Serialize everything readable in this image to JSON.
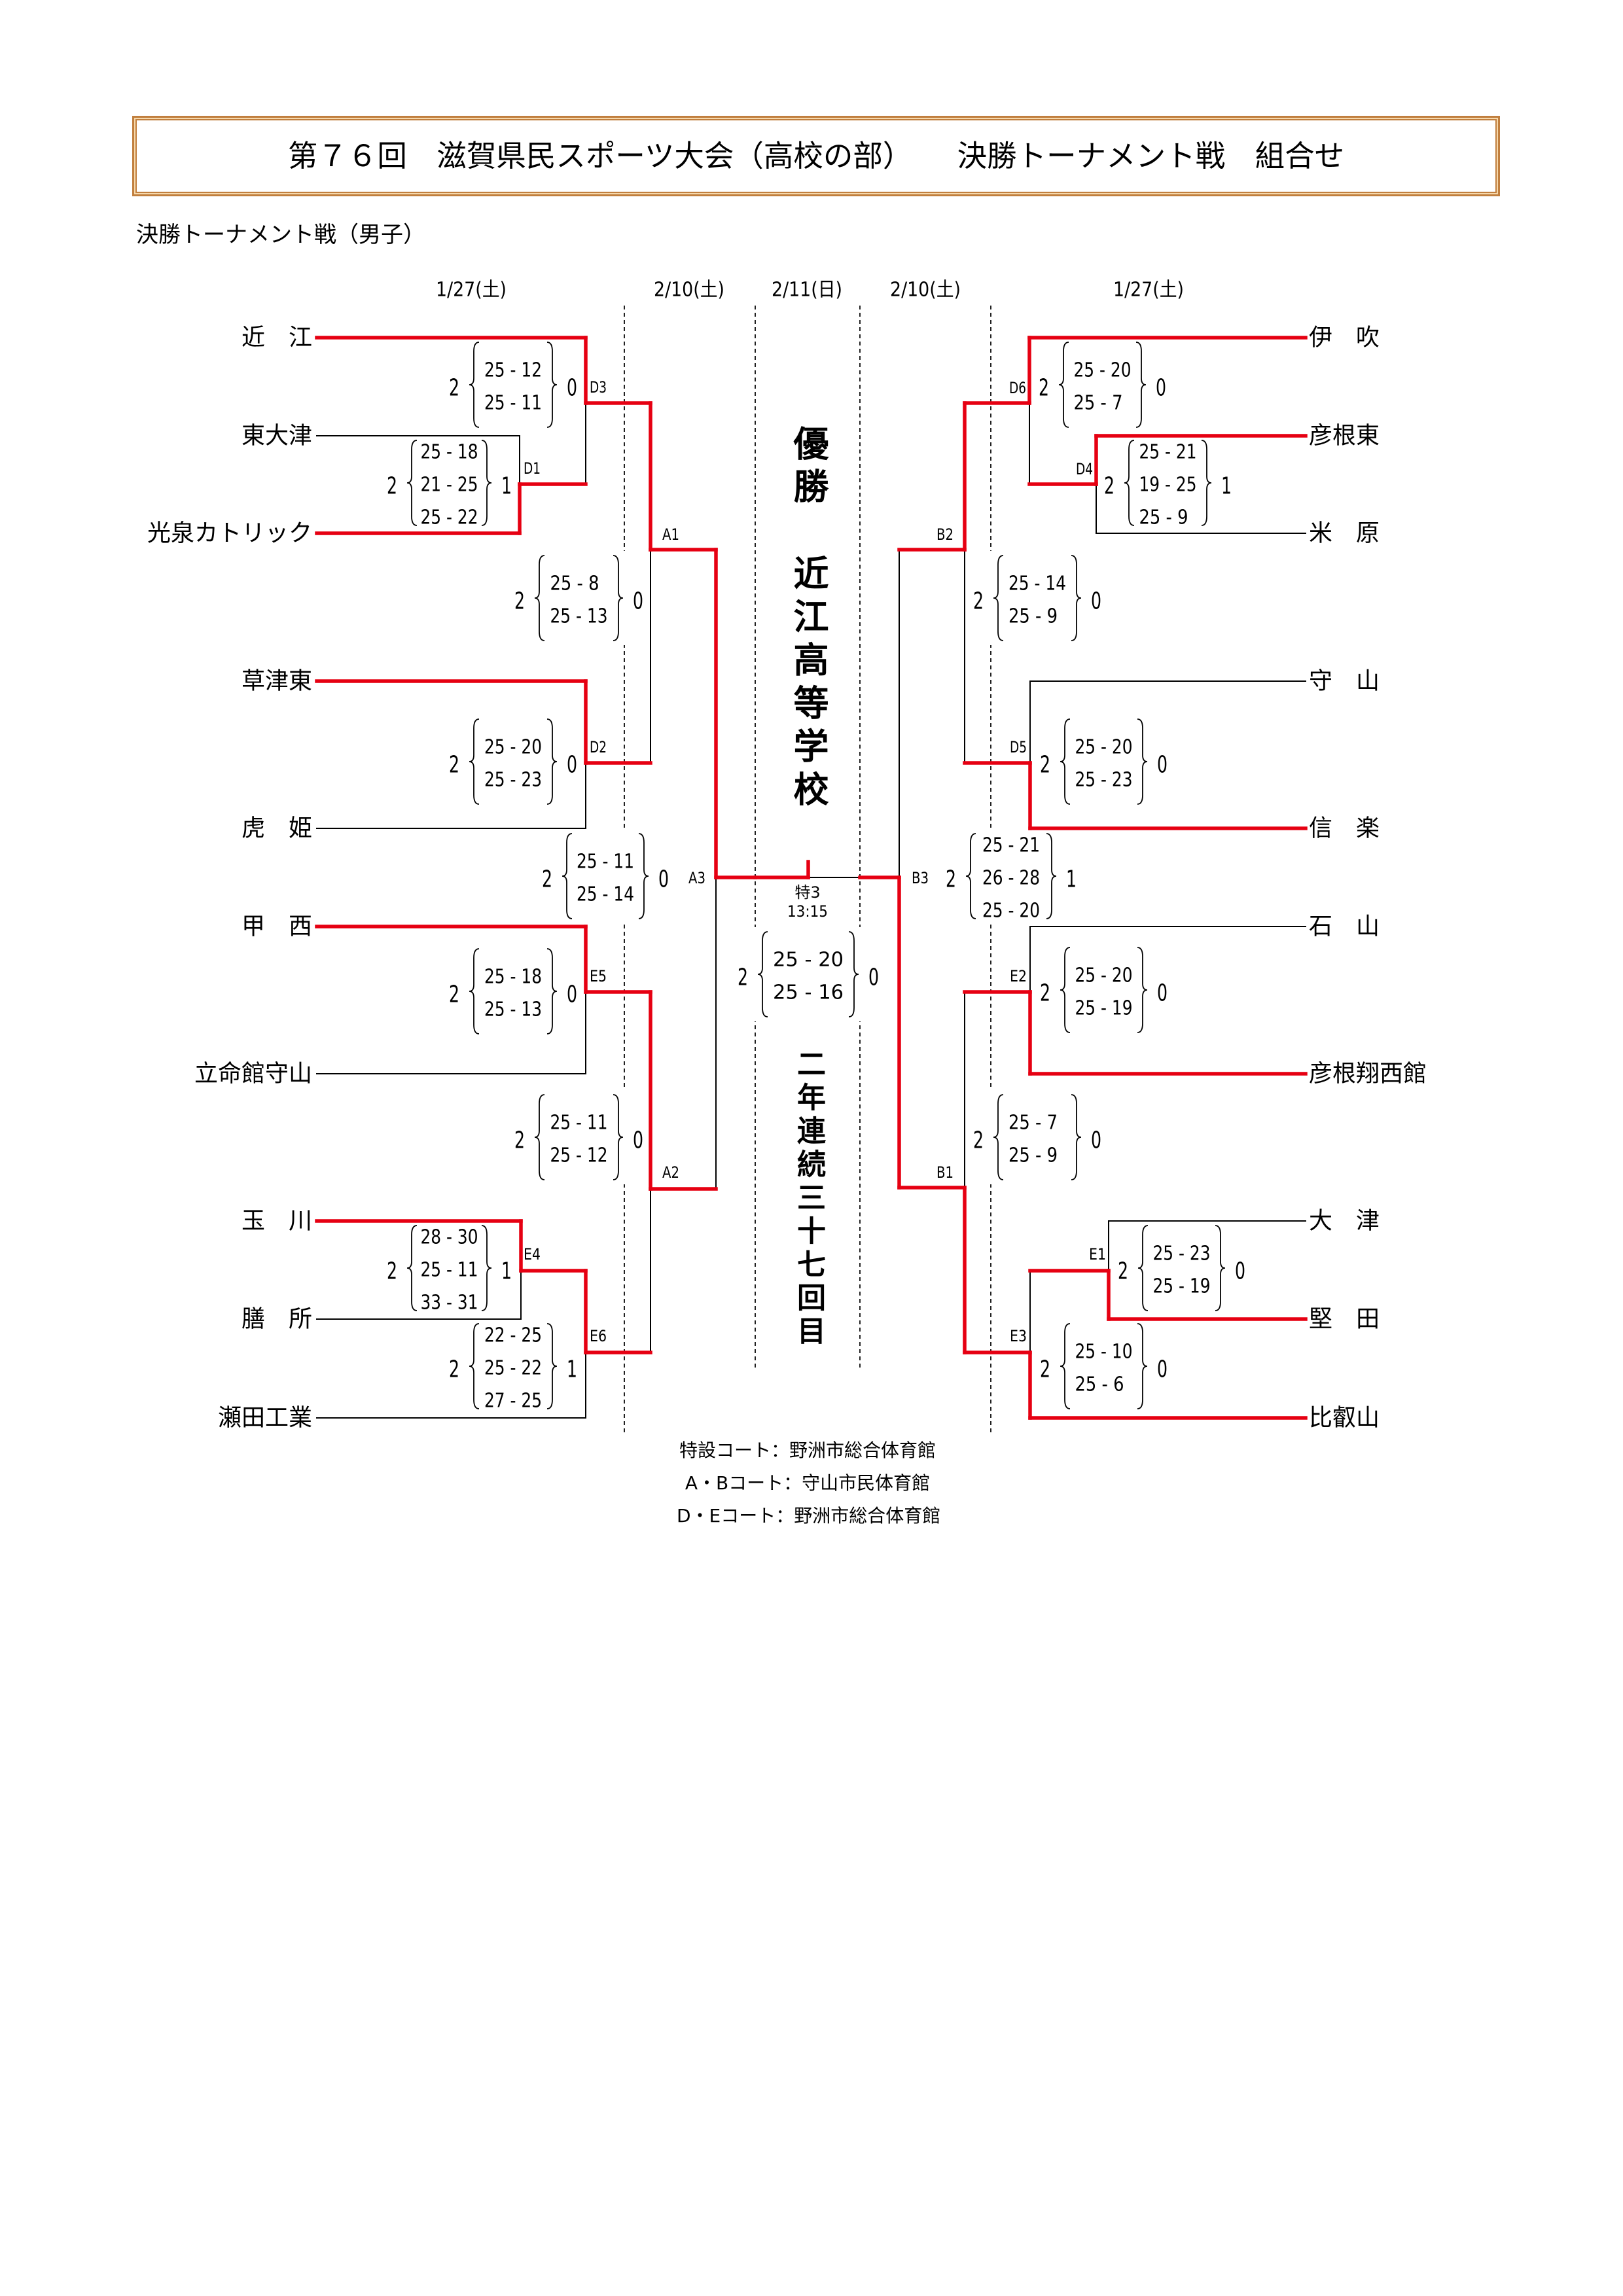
{
  "title": "第７６回　滋賀県民スポーツ大会（高校の部）　　決勝トーナメント戦　組合せ",
  "subtitle": "決勝トーナメント戦（男子）",
  "colors": {
    "winner_line": "#e60012",
    "loser_line": "#000000",
    "title_border": "#c17f3e",
    "title_border_fill": "#f6d8ab"
  },
  "dates": {
    "left_round1": "1/27(土)",
    "left_semi": "2/10(土)",
    "final": "2/11(日)",
    "right_semi": "2/10(土)",
    "right_round1": "1/27(土)"
  },
  "teams": {
    "left": [
      "近　江",
      "東大津",
      "光泉カトリック",
      "草津東",
      "虎　姫",
      "甲　西",
      "立命館守山",
      "玉　川",
      "膳　所",
      "瀬田工業"
    ],
    "right": [
      "伊　吹",
      "彦根東",
      "米　原",
      "守　山",
      "信　楽",
      "石　山",
      "彦根翔西館",
      "大　津",
      "堅　田",
      "比叡山"
    ]
  },
  "matches": {
    "D1": {
      "label": "D1",
      "winner": "bottom",
      "winner_sets": "2",
      "loser_sets": "1",
      "sets": [
        "25 - 18",
        "21 - 25",
        "25 - 22"
      ]
    },
    "D3": {
      "label": "D3",
      "winner": "top",
      "winner_sets": "2",
      "loser_sets": "0",
      "sets": [
        "25 - 12",
        "25 - 11"
      ]
    },
    "D2": {
      "label": "D2",
      "winner": "top",
      "winner_sets": "2",
      "loser_sets": "0",
      "sets": [
        "25 - 20",
        "25 - 23"
      ]
    },
    "A1": {
      "label": "A1",
      "winner": "top",
      "winner_sets": "2",
      "loser_sets": "0",
      "sets": [
        "25 - 8",
        "25 - 13"
      ]
    },
    "E5": {
      "label": "E5",
      "winner": "top",
      "winner_sets": "2",
      "loser_sets": "0",
      "sets": [
        "25 - 18",
        "25 - 13"
      ]
    },
    "E4": {
      "label": "E4",
      "winner": "top",
      "winner_sets": "2",
      "loser_sets": "1",
      "sets": [
        "28 - 30",
        "25 - 11",
        "33 - 31"
      ]
    },
    "E6": {
      "label": "E6",
      "winner": "top",
      "winner_sets": "2",
      "loser_sets": "1",
      "sets": [
        "22 - 25",
        "25 - 22",
        "27 - 25"
      ]
    },
    "A2": {
      "label": "A2",
      "winner": "top",
      "winner_sets": "2",
      "loser_sets": "0",
      "sets": [
        "25 - 11",
        "25 - 12"
      ]
    },
    "A3": {
      "label": "A3",
      "winner": "top",
      "winner_sets": "2",
      "loser_sets": "0",
      "sets": [
        "25 - 11",
        "25 - 14"
      ]
    },
    "D4": {
      "label": "D4",
      "winner": "top",
      "winner_sets": "2",
      "loser_sets": "1",
      "sets": [
        "25 - 21",
        "19 - 25",
        "25 - 9"
      ]
    },
    "D6": {
      "label": "D6",
      "winner": "top",
      "winner_sets": "2",
      "loser_sets": "0",
      "sets": [
        "25 - 20",
        "25 - 7"
      ]
    },
    "D5": {
      "label": "D5",
      "winner": "bottom",
      "winner_sets": "2",
      "loser_sets": "0",
      "sets": [
        "25 - 20",
        "25 - 23"
      ]
    },
    "B2": {
      "label": "B2",
      "winner": "top",
      "winner_sets": "2",
      "loser_sets": "0",
      "sets": [
        "25 - 14",
        "25 - 9"
      ]
    },
    "E2": {
      "label": "E2",
      "winner": "bottom",
      "winner_sets": "2",
      "loser_sets": "0",
      "sets": [
        "25 - 20",
        "25 - 19"
      ]
    },
    "E1": {
      "label": "E1",
      "winner": "bottom",
      "winner_sets": "2",
      "loser_sets": "0",
      "sets": [
        "25 - 23",
        "25 - 19"
      ]
    },
    "E3": {
      "label": "E3",
      "winner": "bottom",
      "winner_sets": "2",
      "loser_sets": "0",
      "sets": [
        "25 - 10",
        "25 - 6"
      ]
    },
    "B1": {
      "label": "B1",
      "winner": "bottom",
      "winner_sets": "2",
      "loser_sets": "0",
      "sets": [
        "25 - 7",
        "25 - 9"
      ]
    },
    "B3": {
      "label": "B3",
      "winner": "bottom",
      "winner_sets": "2",
      "loser_sets": "1",
      "sets": [
        "25 - 21",
        "26 - 28",
        "25 - 20"
      ]
    }
  },
  "final": {
    "label": "特3",
    "time": "13:15",
    "winner": "left",
    "winner_sets": "2",
    "loser_sets": "0",
    "sets": [
      "25 - 20",
      "25 - 16"
    ]
  },
  "champion": {
    "heading": "優勝",
    "school": "近江高等学校",
    "note": "二年連続三十七回目"
  },
  "venues": [
    "特設コート：野洲市総合体育館",
    "A・Bコート：守山市民体育館",
    "D・Eコート：野洲市総合体育館"
  ]
}
